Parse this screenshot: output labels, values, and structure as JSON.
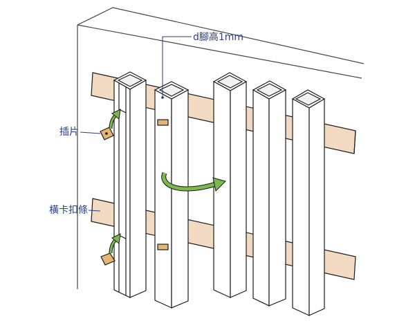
{
  "labels": {
    "d_height": "d腳高1mm",
    "insert": "插片",
    "clip_bar": "橫卡扣條"
  },
  "colors": {
    "outline": "#1a1a1a",
    "bar_fill": "#f2d9c2",
    "tab_fill": "#e6b473",
    "arrow_green": "#7bb84e",
    "leader": "#2a3a7a",
    "label_text": "#2d3f86"
  }
}
